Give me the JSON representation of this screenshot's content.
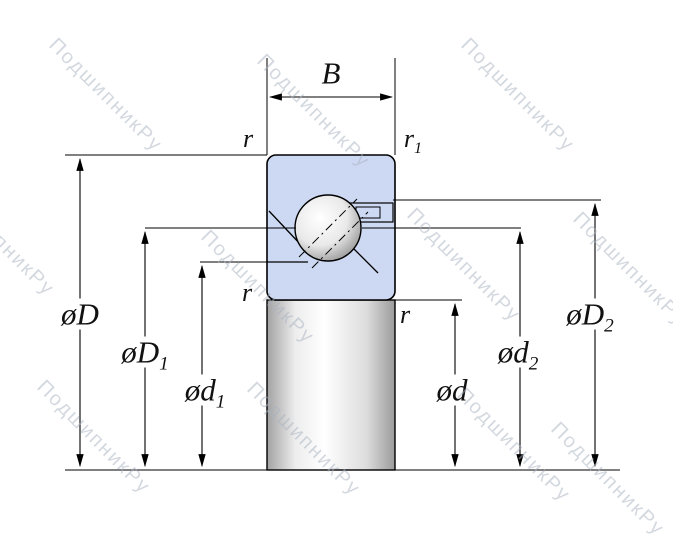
{
  "watermark": {
    "text": "ПодшипникРу"
  },
  "labels": {
    "width": "B",
    "radius_top_left": "r",
    "radius_top_right": {
      "main": "r",
      "sub": "1"
    },
    "radius_mid_left": "r",
    "radius_bottom_right": "r",
    "outer_diameter": {
      "main": "øD",
      "sub": ""
    },
    "outer_diameter_1": {
      "main": "øD",
      "sub": "1"
    },
    "bore_diameter_1": {
      "main": "ød",
      "sub": "1"
    },
    "bore_diameter": {
      "main": "ød",
      "sub": ""
    },
    "bore_diameter_2": {
      "main": "ød",
      "sub": "2"
    },
    "outer_diameter_2": {
      "main": "øD",
      "sub": "2"
    }
  },
  "colors": {
    "ring_fill": "#cdd9f2",
    "line": "#000000",
    "watermark": "#a9b3c1"
  }
}
